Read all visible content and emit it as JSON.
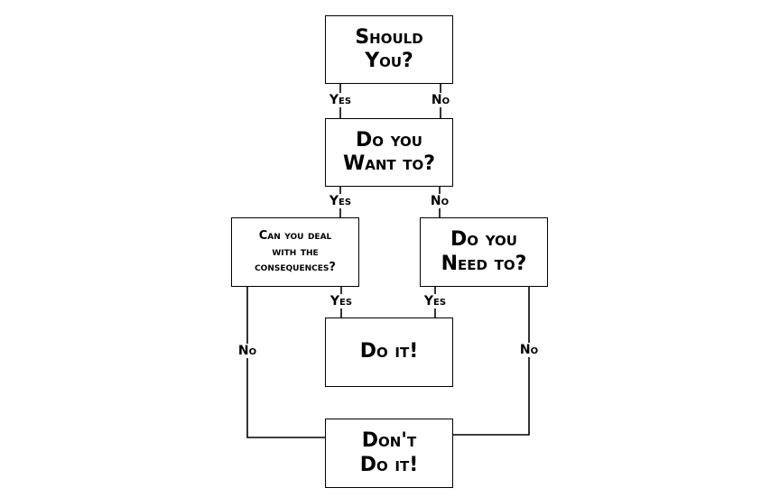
{
  "nodes": {
    "should": "Should\nYou?",
    "want": "Do you\nWant to?",
    "consequences": "Can you deal\nwith the\nconsequences?",
    "need": "Do you\nNeed to?",
    "doit": "Do it!",
    "dont": "Don't\nDo it!"
  },
  "edges": {
    "should_yes": "Yes",
    "should_no": "No",
    "want_yes": "Yes",
    "want_no": "No",
    "consequences_yes": "Yes",
    "consequences_no": "No",
    "need_yes": "Yes",
    "need_no": "No"
  }
}
